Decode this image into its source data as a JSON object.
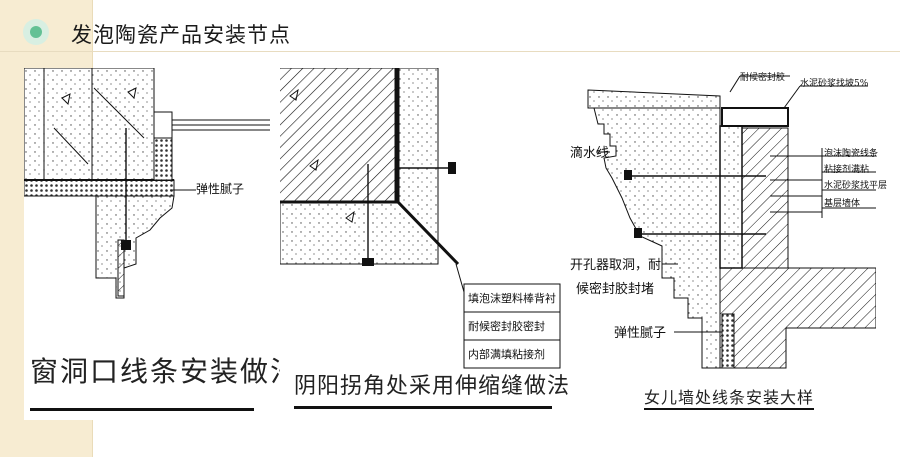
{
  "header": {
    "title": "发泡陶瓷产品安装节点"
  },
  "diagram1": {
    "label_sealant": "弹性腻子",
    "caption": "窗洞口线条安装做法"
  },
  "diagram2": {
    "callouts": [
      "填泡沫塑料棒背衬",
      "耐候密封胶密封",
      "内部满填粘接剂"
    ],
    "caption": "阴阳拐角处采用伸缩缝做法"
  },
  "diagram3": {
    "label_top1": "耐候密封胶",
    "label_top2": "水泥砂浆找坡5%",
    "label_drip": "滴水线",
    "right_labels": [
      "泡沫陶瓷线条",
      "粘接剂满粘",
      "水泥砂浆找平层",
      "基层墙体"
    ],
    "label_hole_1": "开孔器取洞，耐",
    "label_hole_2": "候密封胶封堵",
    "label_sealant": "弹性腻子",
    "caption": "女儿墙处线条安装大样"
  }
}
